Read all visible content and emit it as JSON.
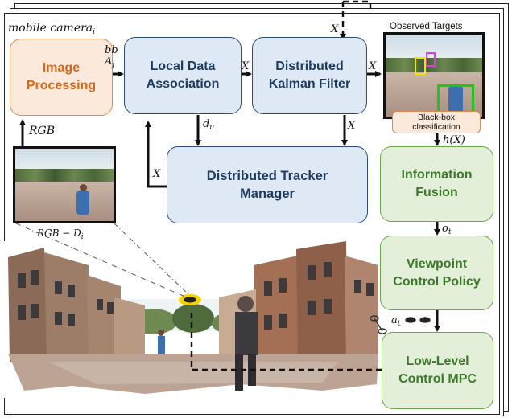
{
  "frame_label": "mobile camera",
  "frame_label_sub": "i",
  "nodes": {
    "image_processing": "Image\nProcessing",
    "local_data_association": "Local Data\nAssociation",
    "distributed_kalman_filter": "Distributed\nKalman Filter",
    "distributed_tracker_manager": "Distributed Tracker\nManager",
    "information_fusion": "Information\nFusion",
    "viewpoint_control_policy": "Viewpoint\nControl Policy",
    "low_level_control_mpc": "Low-Level\nControl MPC"
  },
  "observed_targets_title": "Observed Targets",
  "black_box_label": "Black-box\nclassification",
  "edge_labels": {
    "bb": "bb",
    "a": "A",
    "a_sub": "j",
    "x": "X",
    "d": "d",
    "d_sub": "u",
    "rgb": "RGB",
    "rgbd": "RGB − D",
    "rgbd_sub": "i",
    "hx": "h(X)",
    "o": "o",
    "o_sub": "t",
    "a_t": "a",
    "a_t_sub": "t"
  },
  "colors": {
    "blue_fill": "#dfe9f6",
    "green_fill": "#e4efda",
    "orange_fill": "#fbe9dc",
    "orange_text": "#d2691e",
    "green_text": "#3c7a2a",
    "blue_text": "#1f3b60",
    "bbox_yellow": "#f2e600",
    "bbox_magenta": "#e03ce0",
    "bbox_green": "#22c41c"
  }
}
